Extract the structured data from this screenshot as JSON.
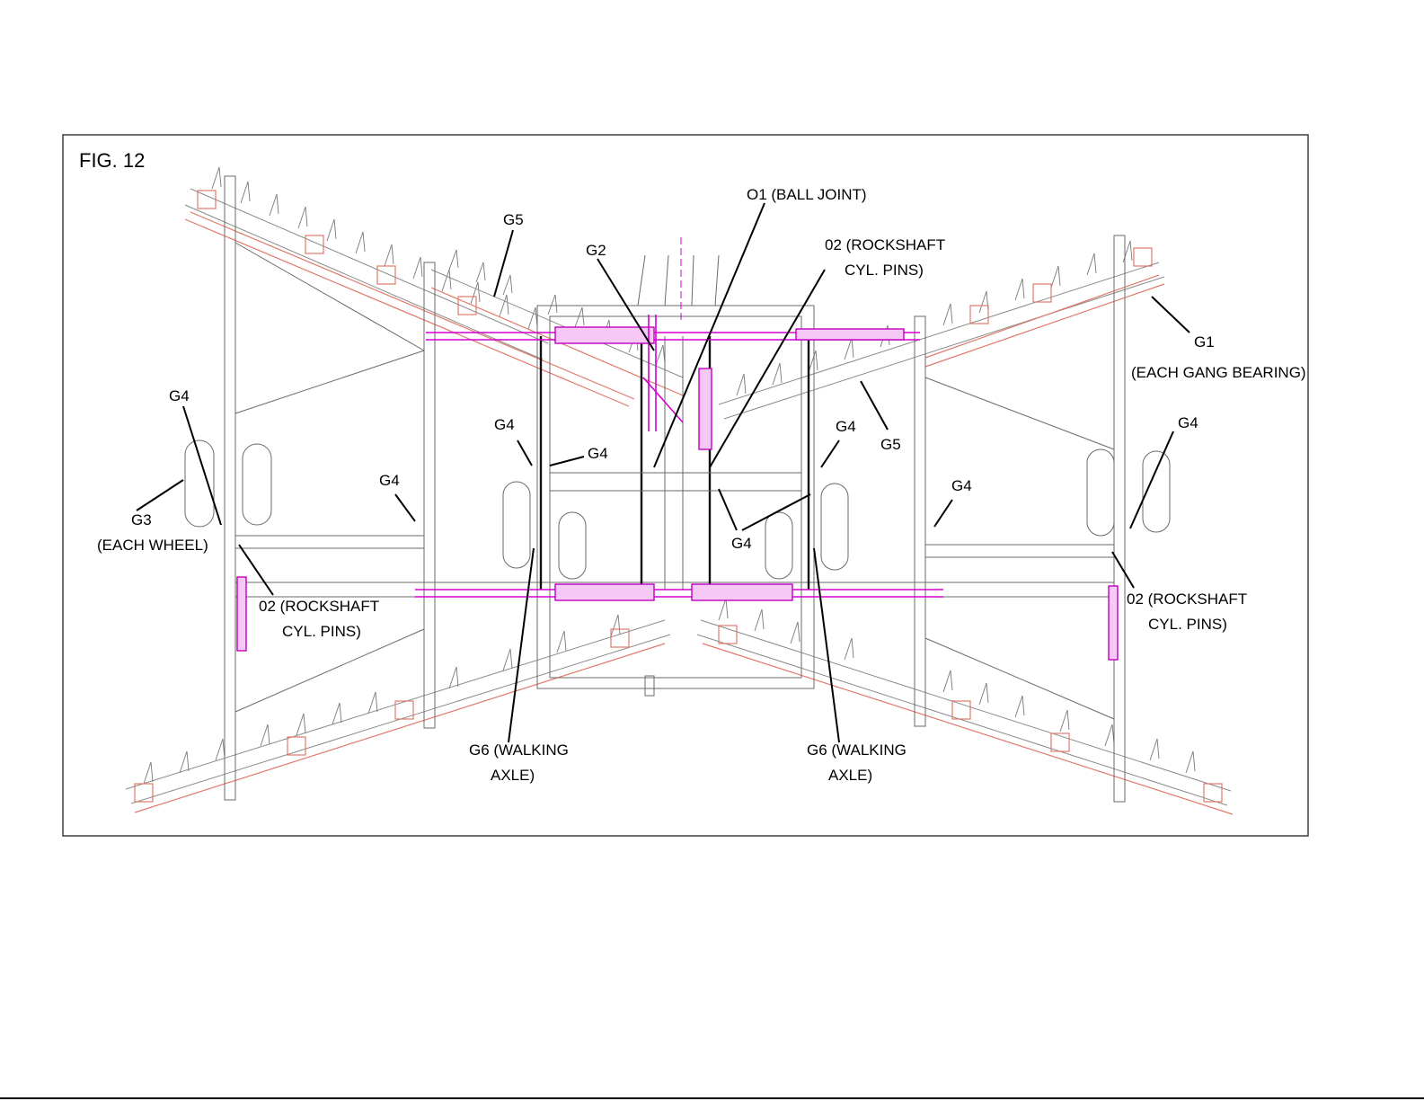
{
  "figure": {
    "title": "FIG. 12",
    "labels": {
      "o1": "O1 (BALL JOINT)",
      "g5_top": "G5",
      "g2": "G2",
      "o2_top_1": "02 (ROCKSHAFT",
      "o2_top_2": "CYL. PINS)",
      "g1_1": "G1",
      "g1_2": "(EACH GANG BEARING)",
      "g4_left": "G4",
      "g4_center_left_a": "G4",
      "g4_center_left_b": "G4",
      "g4_center_right": "G4",
      "g5_right": "G5",
      "g4_far_right": "G4",
      "g4_inner_left": "G4",
      "g4_inner_right": "G4",
      "g4_bottom_center": "G4",
      "g3_1": "G3",
      "g3_2": "(EACH WHEEL)",
      "o2_left_1": "02 (ROCKSHAFT",
      "o2_left_2": "CYL. PINS)",
      "o2_right_1": "02 (ROCKSHAFT",
      "o2_right_2": "CYL. PINS)",
      "g6_left_1": "G6 (WALKING",
      "g6_left_2": "AXLE)",
      "g6_right_1": "G6 (WALKING",
      "g6_right_2": "AXLE)"
    }
  },
  "colors": {
    "hydraulic": "#d400d4",
    "gang_bar": "#e07a6a",
    "frame": "#4a4a4a"
  }
}
